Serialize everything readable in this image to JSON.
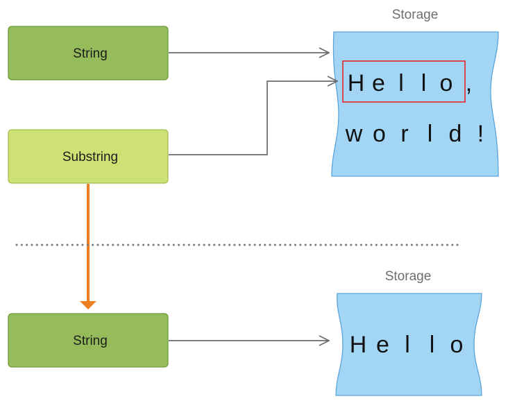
{
  "top": {
    "string_node": {
      "label": "String"
    },
    "substring_node": {
      "label": "Substring"
    },
    "storage": {
      "title": "Storage",
      "line1": [
        "H",
        "e",
        "l",
        "l",
        "o",
        ","
      ],
      "line2": [
        "w",
        "o",
        "r",
        "l",
        "d",
        "!"
      ],
      "highlight_chars": 5
    }
  },
  "bottom": {
    "string_node": {
      "label": "String"
    },
    "storage": {
      "title": "Storage",
      "line1": [
        "H",
        "e",
        "l",
        "l",
        "o"
      ]
    }
  },
  "colors": {
    "string_fill": "#96bb5a",
    "string_stroke": "#6f9a3a",
    "substring_fill": "#cde175",
    "substring_stroke": "#a4c050",
    "storage_fill": "#a3d6f5",
    "storage_stroke": "#5aa4da",
    "highlight": "#e0262a",
    "arrow": "#6b6b6b",
    "conversion_arrow": "#ef7d22",
    "divider": "#7a7a7a"
  }
}
